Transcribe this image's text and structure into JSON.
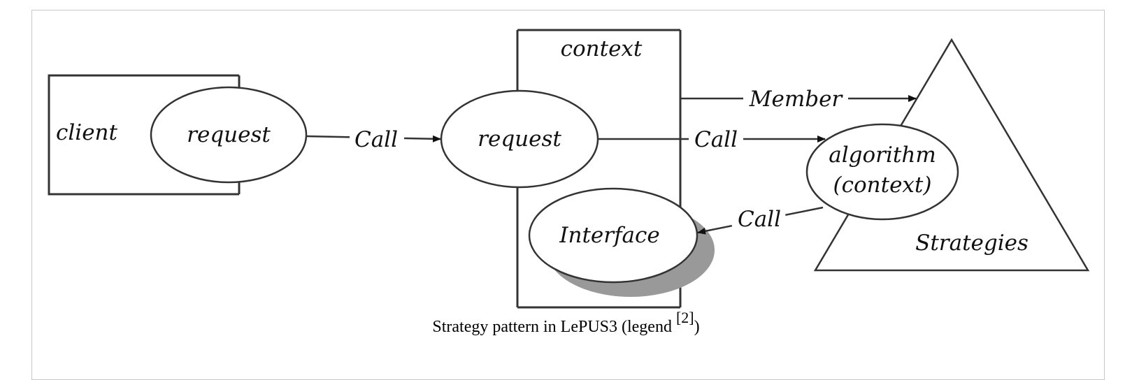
{
  "diagram": {
    "title": "Strategy pattern in LePUS3",
    "nodes": {
      "client_box": "client",
      "client_request": "request",
      "context_box": "context",
      "context_request": "request",
      "interface": "Interface",
      "algorithm_line1": "algorithm",
      "algorithm_line2": "(context)",
      "strategies": "Strategies"
    },
    "edges": [
      {
        "from": "client.request",
        "to": "context.request",
        "label": "Call"
      },
      {
        "from": "context",
        "to": "Strategies",
        "label": "Member"
      },
      {
        "from": "context.request",
        "to": "algorithm(context)",
        "label": "Call"
      },
      {
        "from": "algorithm(context)",
        "to": "Interface",
        "label": "Call"
      }
    ]
  },
  "caption": {
    "text": "Strategy pattern in LePUS3 (legend ",
    "ref": "[2]",
    "close": ")"
  }
}
